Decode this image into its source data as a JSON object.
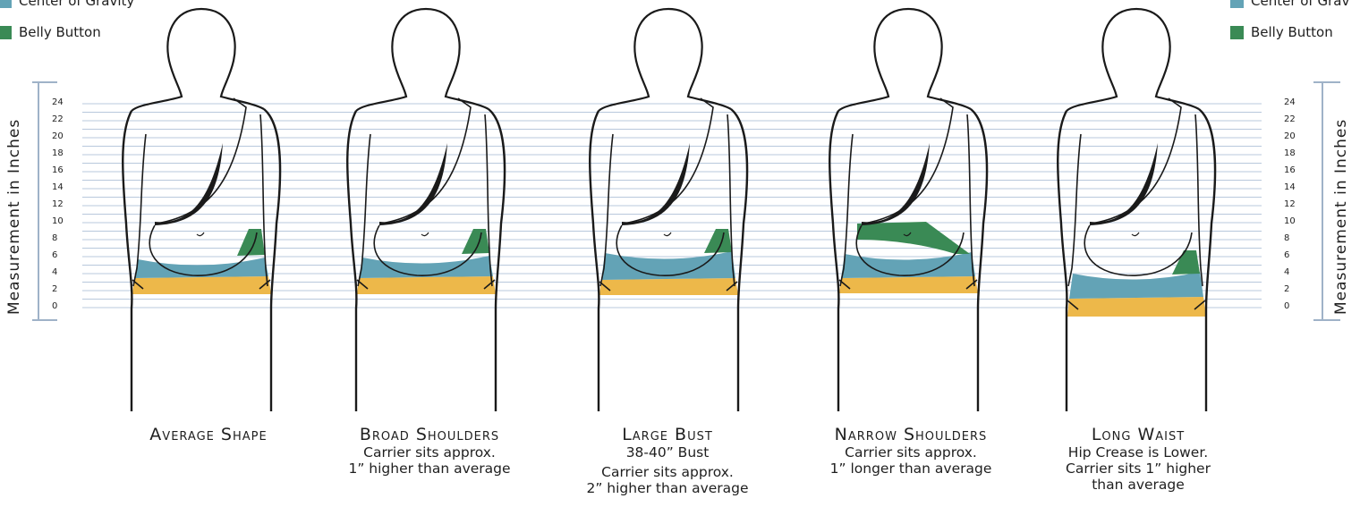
{
  "legend": {
    "left": [
      {
        "label": "Center of Gravity",
        "color": "#63a3b6"
      },
      {
        "label": "Belly Button",
        "color": "#3a8a55"
      }
    ],
    "right": [
      {
        "label": "Center of Grav",
        "color": "#63a3b6"
      },
      {
        "label": "Belly Button",
        "color": "#3a8a55"
      }
    ]
  },
  "axis": {
    "title": "Measurement in Inches",
    "ticks": [
      "24",
      "22",
      "20",
      "18",
      "16",
      "14",
      "12",
      "10",
      "8",
      "6",
      "4",
      "2",
      "0"
    ]
  },
  "colors": {
    "hip": "#edb84a",
    "gravity": "#63a3b6",
    "belly": "#3a8a55",
    "grid": "#b8c8dc",
    "outline": "#1a1a1a"
  },
  "figures": [
    {
      "title": "Average Shape",
      "lines": [],
      "lines2": []
    },
    {
      "title": "Broad Shoulders",
      "lines": [
        "Carrier sits approx.",
        "1” higher than average"
      ],
      "lines2": []
    },
    {
      "title": "Large Bust",
      "lines": [
        "38-40” Bust"
      ],
      "lines2": [
        "Carrier sits approx.",
        "2” higher than average"
      ]
    },
    {
      "title": "Narrow Shoulders",
      "lines": [
        "Carrier sits approx.",
        "1” longer than average"
      ],
      "lines2": []
    },
    {
      "title": "Long Waist",
      "lines": [
        "Hip Crease is Lower.",
        "Carrier sits 1” higher",
        "than average"
      ],
      "lines2": []
    }
  ]
}
